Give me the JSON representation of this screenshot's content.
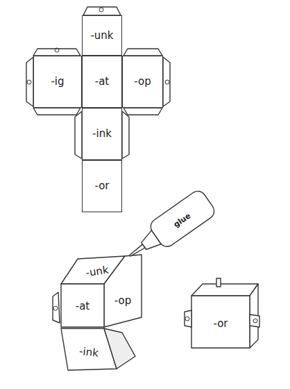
{
  "diagram": {
    "nodes": [
      {
        "text": [
          "-unk"
        ]
      },
      {
        "text": [
          "-ig"
        ]
      },
      {
        "text": [
          "-at"
        ]
      },
      {
        "text": [
          "-op"
        ]
      },
      {
        "text": [
          "-ink"
        ]
      },
      {
        "text": [
          "-or"
        ]
      },
      {
        "text": [
          "-unk"
        ]
      },
      {
        "text": [
          "-at"
        ]
      },
      {
        "text": [
          "-op"
        ]
      },
      {
        "text": [
          "-ink"
        ]
      },
      {
        "text": [
          "-or"
        ]
      }
    ],
    "labels": [
      "glue"
    ]
  }
}
